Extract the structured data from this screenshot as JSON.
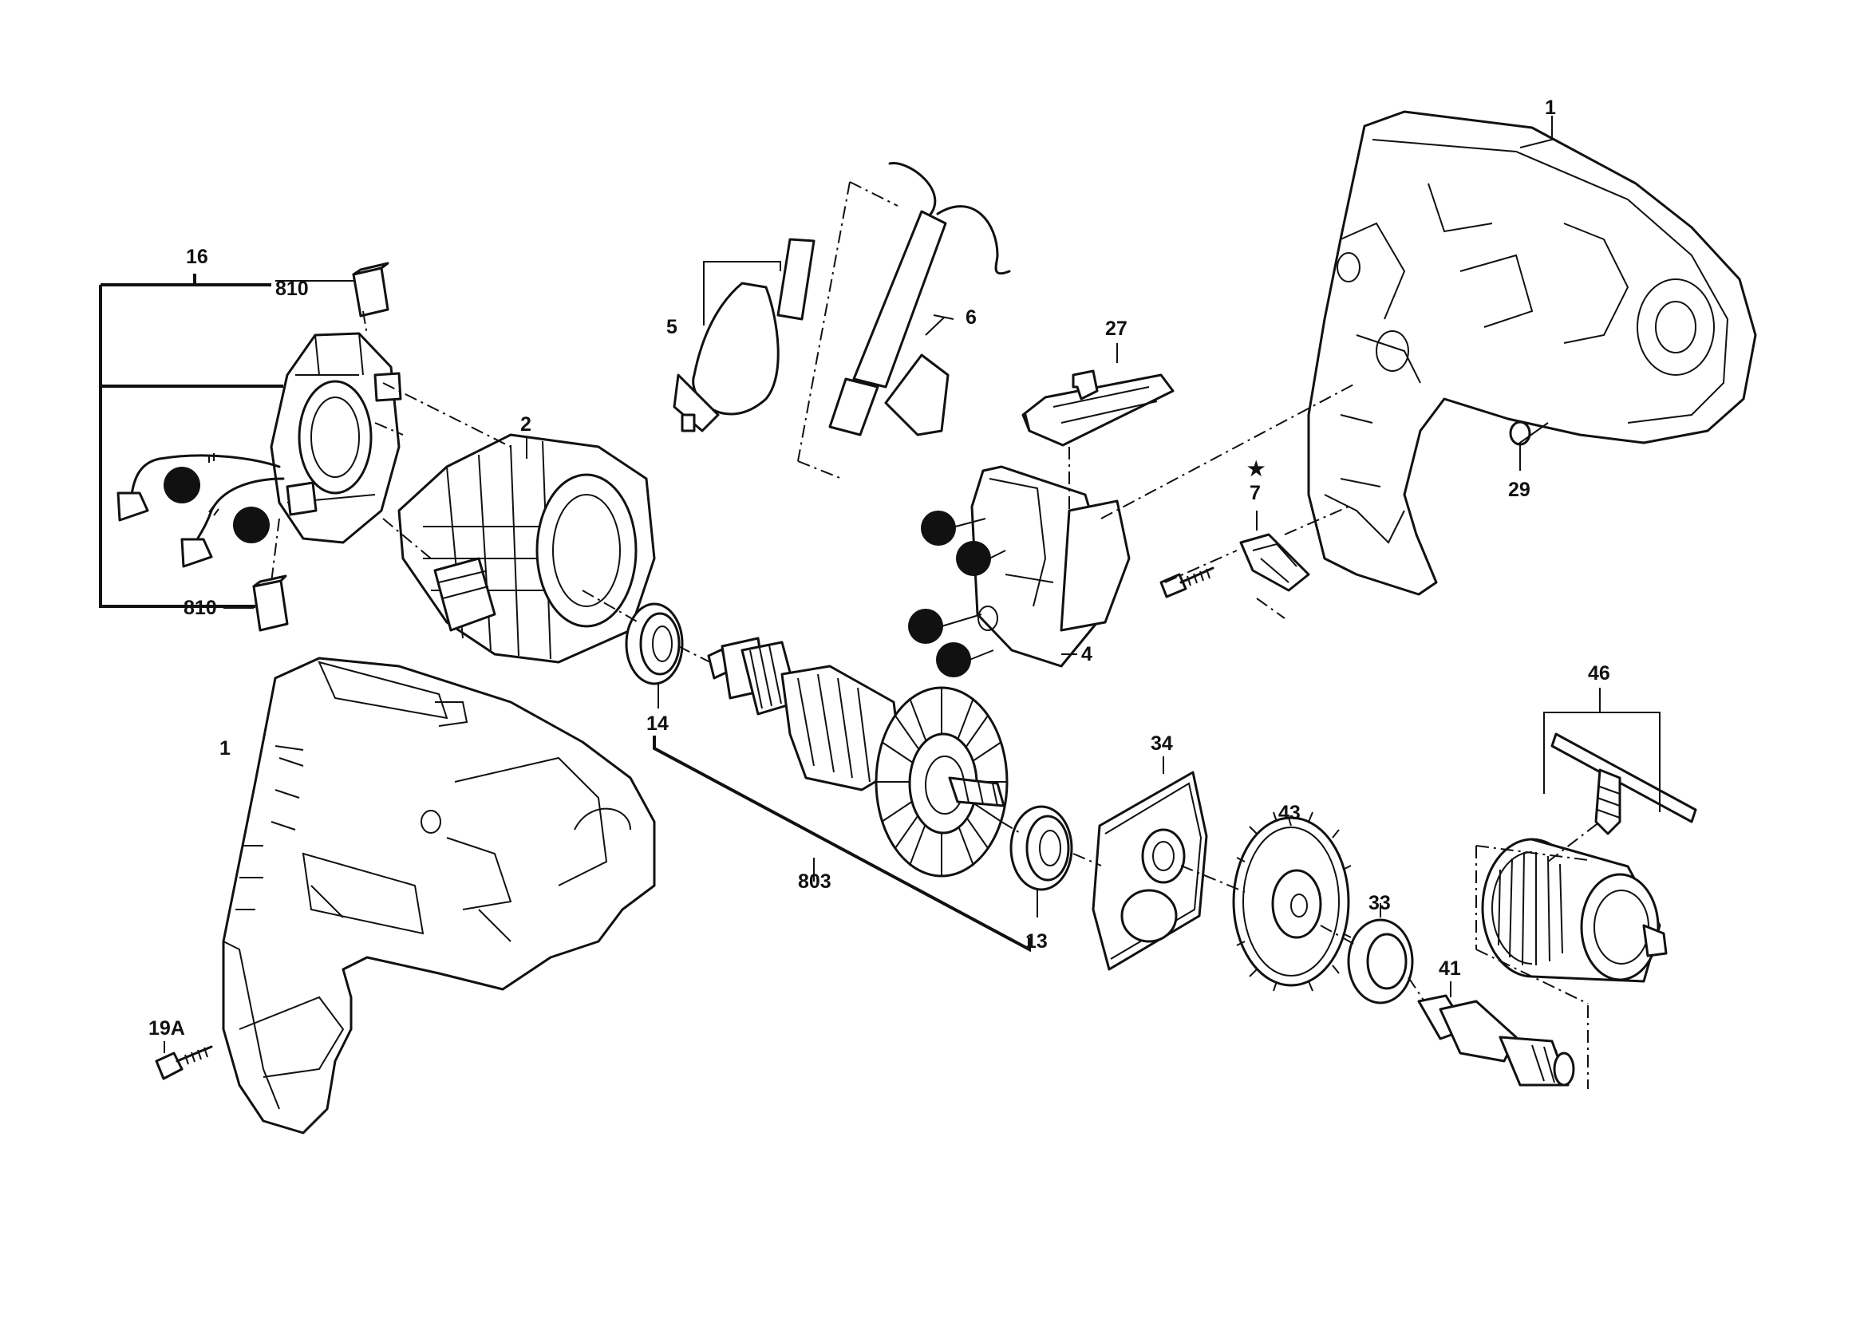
{
  "diagram": {
    "labels": {
      "l1_top": "1",
      "l1_bottom": "1",
      "l2": "2",
      "l4": "4",
      "l5": "5",
      "l6": "6",
      "l7": "7",
      "l7_star": "★",
      "l13": "13",
      "l14": "14",
      "l16": "16",
      "l19a": "19A",
      "l27": "27",
      "l29": "29",
      "l33": "33",
      "l34": "34",
      "l41": "41",
      "l43": "43",
      "l46": "46",
      "l803": "803",
      "l810_top": "810",
      "l810_bottom": "810"
    },
    "colors": {
      "ink": "#111111",
      "paper": "#ffffff"
    }
  }
}
